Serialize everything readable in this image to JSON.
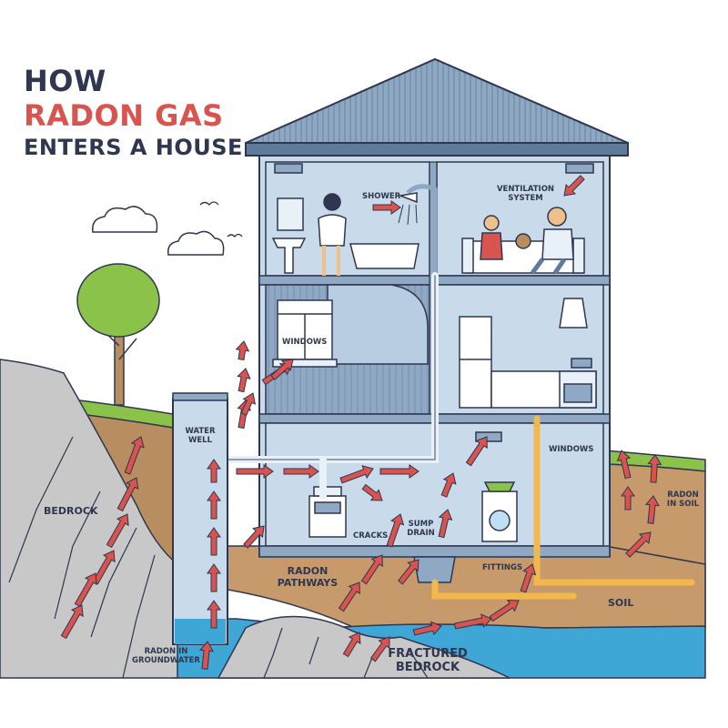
{
  "title": {
    "line1": "HOW",
    "line2": "RADON GAS",
    "line3": "ENTERS A HOUSE"
  },
  "labels": {
    "shower": "SHOWER",
    "ventilation": "VENTILATION SYSTEM",
    "windows_upper": "WINDOWS",
    "windows_right": "WINDOWS",
    "water_well": "WATER WELL",
    "bedrock": "BEDROCK",
    "cracks": "CRACKS",
    "sump_drain": "SUMP DRAIN",
    "radon_in_soil": "RADON IN SOIL",
    "radon_pathways": "RADON PATHWAYS",
    "fittings": "FITTINGS",
    "soil": "SOIL",
    "radon_in_groundwater": "RADON IN GROUNDWATER",
    "fractured_bedrock": "FRACTURED BEDROCK"
  },
  "colors": {
    "title_dark": "#2f3650",
    "title_accent": "#d9534f",
    "arrow": "#d9534f",
    "house_light": "#c9daea",
    "house_mid": "#8fa9c4",
    "roof": "#7f99b6",
    "soil": "#c79a6b",
    "groundwater": "#3fa7d6",
    "bedrock": "#c8c8c8",
    "grass": "#8bc34a"
  }
}
